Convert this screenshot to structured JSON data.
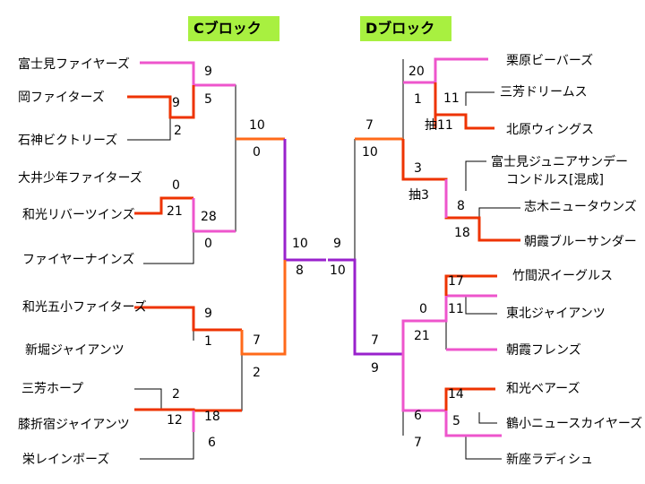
{
  "blocks": {
    "c": "Cブロック",
    "d": "Dブロック"
  },
  "colors": {
    "pink": "#ee55cc",
    "red": "#ee3300",
    "orange": "#ff6a1a",
    "purple": "#9922cc",
    "line": "#000000",
    "header_bg": "#a8f040"
  },
  "teams": {
    "c1": "富士見ファイヤーズ",
    "c2": "岡ファイターズ",
    "c3": "石神ビクトリーズ",
    "c4": "大井少年ファイターズ",
    "c5": "和光リバーツインズ",
    "c6": "ファイヤーナインズ",
    "c7": "和光五小ファイターズ",
    "c8": "新堀ジャイアンツ",
    "c9": "三芳ホープ",
    "c10": "膝折宿ジャイアンツ",
    "c11": "栄レインボーズ",
    "d1": "栗原ビーバーズ",
    "d2": "三芳ドリームス",
    "d3": "北原ウィングス",
    "d4a": "富士見ジュニアサンデー",
    "d4b": "コンドルス[混成]",
    "d5": "志木ニュータウンズ",
    "d6": "朝霞ブルーサンダー",
    "d7": "竹間沢イーグルス",
    "d8": "東北ジャイアンツ",
    "d9": "朝霞フレンズ",
    "d10": "和光ベアーズ",
    "d11": "鶴小ニュースカイヤーズ",
    "d12": "新座ラディシュ"
  },
  "scores": {
    "c_f1_a": "9",
    "c_f1_b": "2",
    "c_s1_a": "9",
    "c_s1_b": "5",
    "c_f2_a": "0",
    "c_f2_b": "21",
    "c_s2_a": "28",
    "c_s2_b": "0",
    "c_q1_a": "10",
    "c_q1_b": "0",
    "c_s3_a": "9",
    "c_s3_b": "1",
    "c_f3_a": "2",
    "c_f3_b": "12",
    "c_s4_a": "18",
    "c_s4_b": "6",
    "c_q2_a": "7",
    "c_q2_b": "2",
    "c_sf_a": "10",
    "c_sf_b": "8",
    "d_f1_a": "11",
    "d_f1_b": "抽11",
    "d_s1_a": "20",
    "d_s1_b": "1",
    "d_f2_a": "8",
    "d_f2_b": "18",
    "d_s2_a": "3",
    "d_s2_b": "抽3",
    "d_q1_a": "7",
    "d_q1_b": "10",
    "d_f3_a": "17",
    "d_f3_b": "11",
    "d_s3_a": "0",
    "d_s3_b": "21",
    "d_f4_a": "14",
    "d_f4_b": "5",
    "d_s4_a": "6",
    "d_s4_b": "7",
    "d_q2_a": "7",
    "d_q2_b": "9",
    "d_sf_a": "9",
    "d_sf_b": "10"
  }
}
